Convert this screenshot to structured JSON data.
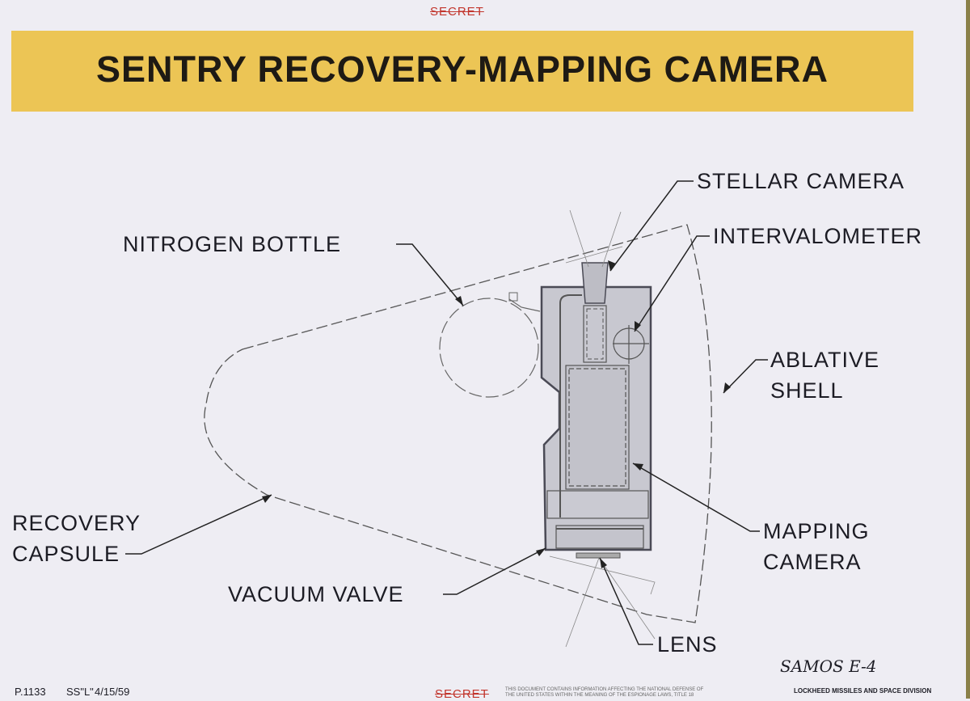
{
  "header": {
    "classification_top": "SECRET",
    "title": "SENTRY RECOVERY-MAPPING CAMERA"
  },
  "labels": {
    "stellar_camera": "STELLAR CAMERA",
    "intervalometer": "INTERVALOMETER",
    "nitrogen_bottle": "NITROGEN BOTTLE",
    "ablative_shell": [
      "ABLATIVE",
      "SHELL"
    ],
    "mapping_camera": [
      "MAPPING",
      "CAMERA"
    ],
    "recovery_capsule": [
      "RECOVERY",
      "CAPSULE"
    ],
    "vacuum_valve": "VACUUM VALVE",
    "lens": "LENS"
  },
  "annotation": "SAMOS E-4",
  "footer": {
    "ref": "P.1133",
    "code": "SS\"L\"",
    "date": "4/15/59",
    "classification_bottom": "SECRET",
    "notice": [
      "THIS DOCUMENT CONTAINS INFORMATION AFFECTING THE NATIONAL DEFENSE OF",
      "THE UNITED STATES WITHIN THE MEANING OF THE ESPIONAGE LAWS, TITLE 18"
    ],
    "division": "LOCKHEED MISSILES AND SPACE DIVISION"
  },
  "colors": {
    "banner": "#ecc555",
    "secret": "#c2352c",
    "camera_fill": "#c8c8d0"
  }
}
